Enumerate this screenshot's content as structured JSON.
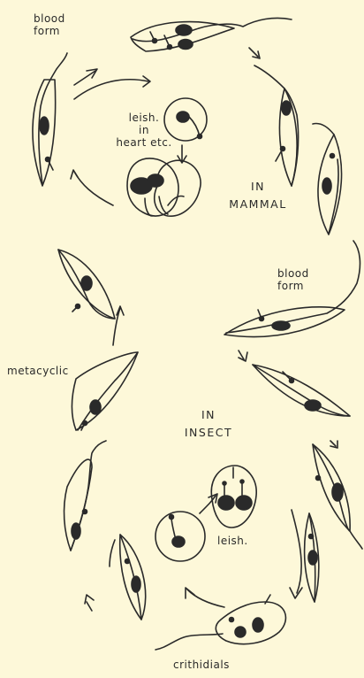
{
  "labels": {
    "blood_form_top_1": "blood",
    "blood_form_top_2": "form",
    "leish_heart_1": "leish.",
    "leish_heart_2": "in",
    "leish_heart_3": "heart etc.",
    "in_mammal_1": "IN",
    "in_mammal_2": "MAMMAL",
    "blood_form_mid_1": "blood",
    "blood_form_mid_2": "form",
    "metacyclic": "metacyclic",
    "in_insect_1": "IN",
    "in_insect_2": "INSECT",
    "leish_insect": "leish.",
    "crithidials": "crithidials"
  },
  "colors": {
    "background": "#fdf8d9",
    "ink": "#2a2a2a"
  }
}
